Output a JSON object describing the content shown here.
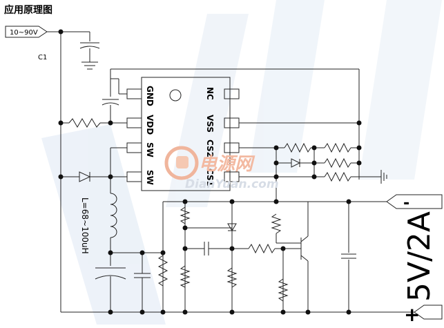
{
  "title": "应用原理图",
  "input_label": "10~90V",
  "cap_label": "C1",
  "inductor_label": "L=68~100uH",
  "output_label": "5V/2A",
  "output_minus": "-",
  "output_plus": "+",
  "watermark": {
    "brand": "电源网",
    "url": "DianYuan.com"
  },
  "ic_pins": {
    "left": [
      "GND",
      "VDD",
      "SW",
      "SW"
    ],
    "right": [
      "NC",
      "VSS",
      "CS2",
      "CS1"
    ]
  }
}
